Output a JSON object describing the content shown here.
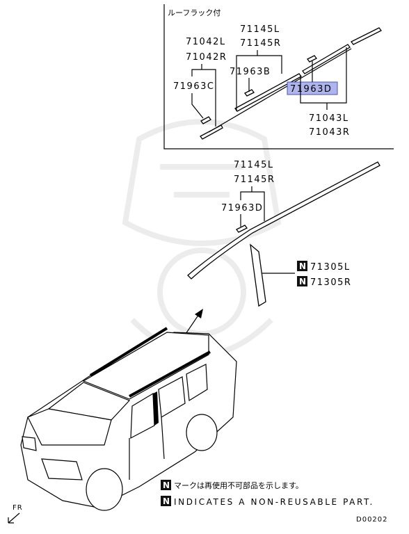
{
  "inset": {
    "title": "ルーフラック付",
    "parts": {
      "p71145L": "71145L",
      "p71145R": "71145R",
      "p71042L": "71042L",
      "p71042R": "71042R",
      "p71963B": "71963B",
      "p71963C": "71963C",
      "p71963D": "71963D",
      "p71043L": "71043L",
      "p71043R": "71043R"
    }
  },
  "main": {
    "parts": {
      "p71145L": "71145L",
      "p71145R": "71145R",
      "p71963D": "71963D",
      "p71305L": "71305L",
      "p71305R": "71305R"
    },
    "n_mark": "N"
  },
  "legend": {
    "n_mark": "N",
    "jp_note": "マークは再使用不可部品を示します。",
    "en_note": "INDICATES A NON-REUSABLE PART."
  },
  "direction_label": "FR",
  "diagram_code": "D00202",
  "colors": {
    "highlight_fill": "#aeb4ec",
    "highlight_border": "#4a55b8"
  }
}
